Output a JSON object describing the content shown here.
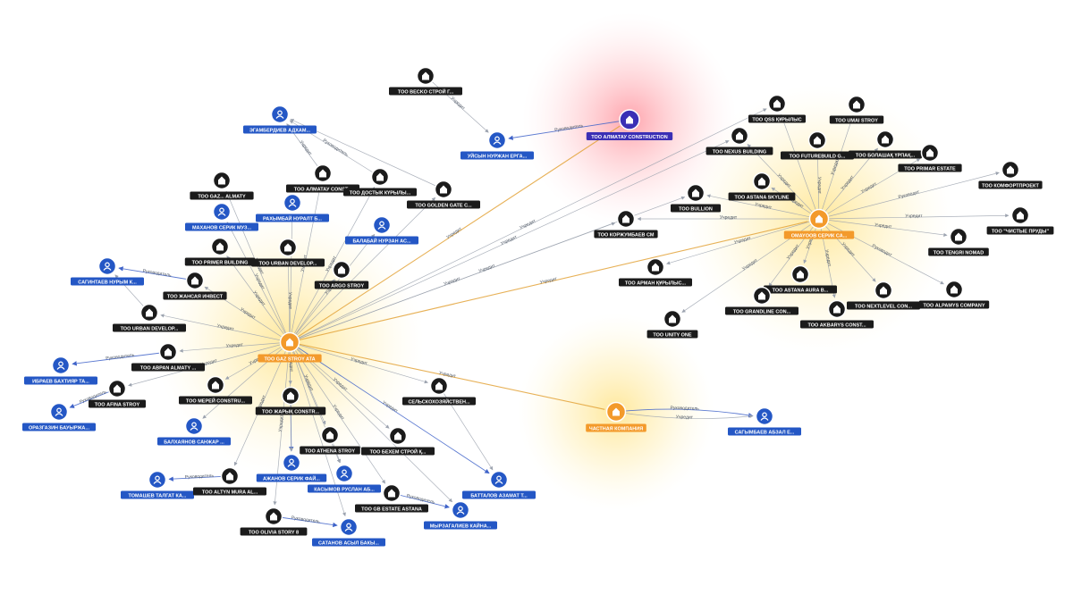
{
  "colors": {
    "company": "#1b1b1b",
    "person": "#2457c5",
    "hub": "#f39a2b",
    "purple": "#3a2fb5",
    "edge": "#9ca3af",
    "edge_accent": "#e3a33a",
    "edge_blue": "#3f63c9"
  },
  "graph": {
    "nodes": [
      {
        "id": "h1",
        "type": "hub",
        "label": "ТОО GAZ STROY ATA"
      },
      {
        "id": "h2",
        "type": "hub",
        "label": "OMAYOOB СЕРИК СА..."
      },
      {
        "id": "h3",
        "type": "hub",
        "label": "ЧАСТНАЯ КОМПАНИЯ"
      },
      {
        "id": "pc",
        "type": "purple",
        "label": "ТОО АЛМАТАУ CONSTRUCTION"
      },
      {
        "id": "c1",
        "type": "company",
        "label": "ТОО BECKO СТРОЙ Г..."
      },
      {
        "id": "p1",
        "type": "person",
        "label": "УЙСЫН НУРЖАН ЕРГА..."
      },
      {
        "id": "p2",
        "type": "person",
        "label": "ЭГАМБЕРДИЕВ АДХАМ..."
      },
      {
        "id": "c2",
        "type": "company",
        "label": "ТОО АЛМАТАУ CONST..."
      },
      {
        "id": "c3",
        "type": "company",
        "label": "ТОО ДОСТЫК КҮРЫЛЫ..."
      },
      {
        "id": "c4",
        "type": "company",
        "label": "ТОО GOLDEN GATE С..."
      },
      {
        "id": "c5",
        "type": "company",
        "label": "ТОО GAZ... ALMATY"
      },
      {
        "id": "p3",
        "type": "person",
        "label": "МАХАНОВ СЕРИК МУЗ..."
      },
      {
        "id": "p4",
        "type": "person",
        "label": "РАХЫМБАЙ НУРАЛТ Б..."
      },
      {
        "id": "p5",
        "type": "person",
        "label": "БАЛАБАЙ НУРЗАН АС..."
      },
      {
        "id": "c6",
        "type": "company",
        "label": "ТОО PRIMER BUILDING"
      },
      {
        "id": "c7",
        "type": "company",
        "label": "ТОО URBAN DEVELOP..."
      },
      {
        "id": "c8",
        "type": "company",
        "label": "ТОО ARGO STROY"
      },
      {
        "id": "p6",
        "type": "person",
        "label": "САГИНТАЕВ НУРЫМ К..."
      },
      {
        "id": "c9",
        "type": "company",
        "label": "ТОО ЖАНСАЯ ИНВЕСТ"
      },
      {
        "id": "c10",
        "type": "company",
        "label": "ТОО URBAN DEVELOP..."
      },
      {
        "id": "c11",
        "type": "company",
        "label": "ТОО ABPAN ALMATY ..."
      },
      {
        "id": "p7",
        "type": "person",
        "label": "ИБРАЕВ БАХТИЯР ТА..."
      },
      {
        "id": "c12",
        "type": "company",
        "label": "ТОО AFINA STROY"
      },
      {
        "id": "p8",
        "type": "person",
        "label": "ОРАЗГАЗИН БАУЫРЖА..."
      },
      {
        "id": "c13",
        "type": "company",
        "label": "ТОО MEPEЙ CONSTRU..."
      },
      {
        "id": "p9",
        "type": "person",
        "label": "БАЛХАЯНОВ САНЖАР ..."
      },
      {
        "id": "c14",
        "type": "company",
        "label": "ТОО ЖАРЫҚ CONSTR..."
      },
      {
        "id": "c15",
        "type": "company",
        "label": "СЕЛЬСКОХОЗЯЙСТВЕН..."
      },
      {
        "id": "c16",
        "type": "company",
        "label": "ТОО ATHENA STROY"
      },
      {
        "id": "c17",
        "type": "company",
        "label": "ТОО БЕХЕМ СТРОЙ Қ..."
      },
      {
        "id": "p10",
        "type": "person",
        "label": "АЖАНОВ СЕРИК ФАЙ..."
      },
      {
        "id": "p11",
        "type": "person",
        "label": "КАСЫМОВ РУСЛАН АБ..."
      },
      {
        "id": "p12",
        "type": "person",
        "label": "ТОМАШЕВ ТАЛГАТ КА..."
      },
      {
        "id": "c18",
        "type": "company",
        "label": "ТОО ALTYN MURA AL..."
      },
      {
        "id": "c19",
        "type": "company",
        "label": "ТОО GB ESTATE ASTANA"
      },
      {
        "id": "p13",
        "type": "person",
        "label": "БАТТАЛОВ АЗАМАТ Т..."
      },
      {
        "id": "p14",
        "type": "person",
        "label": "МЫРЗАГАЛИЕВ КАЙНА..."
      },
      {
        "id": "c20",
        "type": "company",
        "label": "ТОО OLIVIA STORY 8"
      },
      {
        "id": "p15",
        "type": "person",
        "label": "САТАНОВ АСЫЛ БАКЫ..."
      },
      {
        "id": "p16",
        "type": "person",
        "label": "САГЫМБАЕВ АБЗАЛ Е..."
      },
      {
        "id": "c21",
        "type": "company",
        "label": "ТОО QSS ҚҰРЫЛЫС"
      },
      {
        "id": "c22",
        "type": "company",
        "label": "ТОО UMAI STROY"
      },
      {
        "id": "c23",
        "type": "company",
        "label": "ТОО NEXUS BUILDING"
      },
      {
        "id": "c24",
        "type": "company",
        "label": "ТОО FUTUREBUILD G..."
      },
      {
        "id": "c25",
        "type": "company",
        "label": "ТОО БОЛАШАҚ ҮРПАҚ..."
      },
      {
        "id": "c26",
        "type": "company",
        "label": "ТОО PRIMAR ESTATE"
      },
      {
        "id": "c27",
        "type": "company",
        "label": "ТОО КОМФОРТПРОЕКТ"
      },
      {
        "id": "c28",
        "type": "company",
        "label": "ТОО ASTANA SKYLINE"
      },
      {
        "id": "c29",
        "type": "company",
        "label": "ТОО BULLION"
      },
      {
        "id": "c30",
        "type": "company",
        "label": "ТОО КОРЖУМБАЕВ СМ"
      },
      {
        "id": "c31",
        "type": "company",
        "label": "ТОО \"ЧИСТЫЕ ПРУДЫ\""
      },
      {
        "id": "c32",
        "type": "company",
        "label": "ТОО TENGRI NOMAD"
      },
      {
        "id": "c33",
        "type": "company",
        "label": "ТОО АРМАН ҚҰРЫЛЫС..."
      },
      {
        "id": "c34",
        "type": "company",
        "label": "ТОО ASTANA AURA B..."
      },
      {
        "id": "c35",
        "type": "company",
        "label": "ТОО GRANDLINE CON..."
      },
      {
        "id": "c36",
        "type": "company",
        "label": "ТОО NEXTLEVEL CON..."
      },
      {
        "id": "c37",
        "type": "company",
        "label": "ТОО ALPAMYS COMPANY"
      },
      {
        "id": "c38",
        "type": "company",
        "label": "ТОО UNITY ONE"
      },
      {
        "id": "c39",
        "type": "company",
        "label": "ТОО AKBARYS CONST..."
      }
    ],
    "edges": [
      {
        "from": "c1",
        "to": "p1",
        "label": "Учредит"
      },
      {
        "from": "pc",
        "to": "p1",
        "label": "Руководитель",
        "style": "blue"
      },
      {
        "from": "h1",
        "to": "pc",
        "label": "Учредит",
        "style": "accent"
      },
      {
        "from": "c2",
        "to": "p2",
        "label": "Учредит"
      },
      {
        "from": "c3",
        "to": "p2",
        "label": "Руководитель"
      },
      {
        "from": "c4",
        "to": "p2",
        "label": ""
      },
      {
        "from": "c9",
        "to": "p6",
        "label": "Руководитель",
        "style": "blue"
      },
      {
        "from": "c10",
        "to": "p6",
        "label": ""
      },
      {
        "from": "c11",
        "to": "p7",
        "label": "Руководитель",
        "style": "blue"
      },
      {
        "from": "c12",
        "to": "p8",
        "label": "Руководитель",
        "style": "blue"
      },
      {
        "from": "c18",
        "to": "p12",
        "label": "Руководитель",
        "style": "blue"
      },
      {
        "from": "c19",
        "to": "p14",
        "label": "Руководитель",
        "style": "blue"
      },
      {
        "from": "c20",
        "to": "p15",
        "label": "Руководитель",
        "style": "blue"
      },
      {
        "from": "c14",
        "to": "p10",
        "label": "",
        "style": "blue"
      },
      {
        "from": "c16",
        "to": "p11",
        "label": ""
      },
      {
        "from": "c15",
        "to": "p13",
        "label": ""
      },
      {
        "from": "h1",
        "to": "c5",
        "label": "Учредит"
      },
      {
        "from": "h1",
        "to": "p3",
        "label": "Учредит"
      },
      {
        "from": "h1",
        "to": "p4",
        "label": ""
      },
      {
        "from": "h1",
        "to": "p5",
        "label": "Учредит"
      },
      {
        "from": "h1",
        "to": "c6",
        "label": "Учредит"
      },
      {
        "from": "h1",
        "to": "c7",
        "label": "Учредит"
      },
      {
        "from": "h1",
        "to": "c8",
        "label": ""
      },
      {
        "from": "h1",
        "to": "c2",
        "label": "Учредит"
      },
      {
        "from": "h1",
        "to": "c3",
        "label": "Учредит"
      },
      {
        "from": "h1",
        "to": "c4",
        "label": ""
      },
      {
        "from": "h1",
        "to": "c9",
        "label": "Учредит"
      },
      {
        "from": "h1",
        "to": "c10",
        "label": "Учредит"
      },
      {
        "from": "h1",
        "to": "c11",
        "label": "Учредит"
      },
      {
        "from": "h1",
        "to": "c12",
        "label": "Учредит"
      },
      {
        "from": "h1",
        "to": "c13",
        "label": "Учредит"
      },
      {
        "from": "h1",
        "to": "p9",
        "label": ""
      },
      {
        "from": "h1",
        "to": "c14",
        "label": "Учредит"
      },
      {
        "from": "h1",
        "to": "c15",
        "label": "Учредит"
      },
      {
        "from": "h1",
        "to": "c16",
        "label": "Учредит"
      },
      {
        "from": "h1",
        "to": "c17",
        "label": "Учредит"
      },
      {
        "from": "h1",
        "to": "p10",
        "label": "Учредит"
      },
      {
        "from": "h1",
        "to": "p11",
        "label": ""
      },
      {
        "from": "h1",
        "to": "c18",
        "label": "Учредит"
      },
      {
        "from": "h1",
        "to": "c19",
        "label": "Учредит"
      },
      {
        "from": "h1",
        "to": "p13",
        "label": "Учредит",
        "style": "blue"
      },
      {
        "from": "h1",
        "to": "p14",
        "label": ""
      },
      {
        "from": "h1",
        "to": "c20",
        "label": "Учредит"
      },
      {
        "from": "h1",
        "to": "p15",
        "label": ""
      },
      {
        "from": "h1",
        "to": "h3",
        "label": "Учредит",
        "style": "accent"
      },
      {
        "from": "h3",
        "to": "p16",
        "label": "Руководитель",
        "style": "blue"
      },
      {
        "from": "h3",
        "to": "p16",
        "label": "Учредит"
      },
      {
        "from": "h1",
        "to": "c30",
        "label": "Учредит"
      },
      {
        "from": "h1",
        "to": "c29",
        "label": "Учредит"
      },
      {
        "from": "h1",
        "to": "c23",
        "label": "Учредит"
      },
      {
        "from": "h1",
        "to": "c21",
        "label": "Учредит"
      },
      {
        "from": "h1",
        "to": "h2",
        "label": "Учредит",
        "style": "accent"
      },
      {
        "from": "h2",
        "to": "c21",
        "label": ""
      },
      {
        "from": "h2",
        "to": "c22",
        "label": "Учредит"
      },
      {
        "from": "h2",
        "to": "c23",
        "label": "Учредит"
      },
      {
        "from": "h2",
        "to": "c24",
        "label": "Учредит"
      },
      {
        "from": "h2",
        "to": "c25",
        "label": "Учредит"
      },
      {
        "from": "h2",
        "to": "c26",
        "label": "Учредит"
      },
      {
        "from": "h2",
        "to": "c27",
        "label": "Руководит"
      },
      {
        "from": "h2",
        "to": "c28",
        "label": "Учредит"
      },
      {
        "from": "h2",
        "to": "c29",
        "label": "Учредит"
      },
      {
        "from": "h2",
        "to": "c30",
        "label": "Учредит"
      },
      {
        "from": "h2",
        "to": "c31",
        "label": "Учредит"
      },
      {
        "from": "h2",
        "to": "c32",
        "label": "Учредит"
      },
      {
        "from": "h2",
        "to": "c33",
        "label": "Учредит"
      },
      {
        "from": "h2",
        "to": "c34",
        "label": "Учредит"
      },
      {
        "from": "h2",
        "to": "c35",
        "label": "Учредит"
      },
      {
        "from": "h2",
        "to": "c36",
        "label": "Учредит"
      },
      {
        "from": "h2",
        "to": "c37",
        "label": "Руководит"
      },
      {
        "from": "h2",
        "to": "c38",
        "label": "Учредит"
      },
      {
        "from": "h2",
        "to": "c39",
        "label": "Учредит"
      }
    ]
  }
}
